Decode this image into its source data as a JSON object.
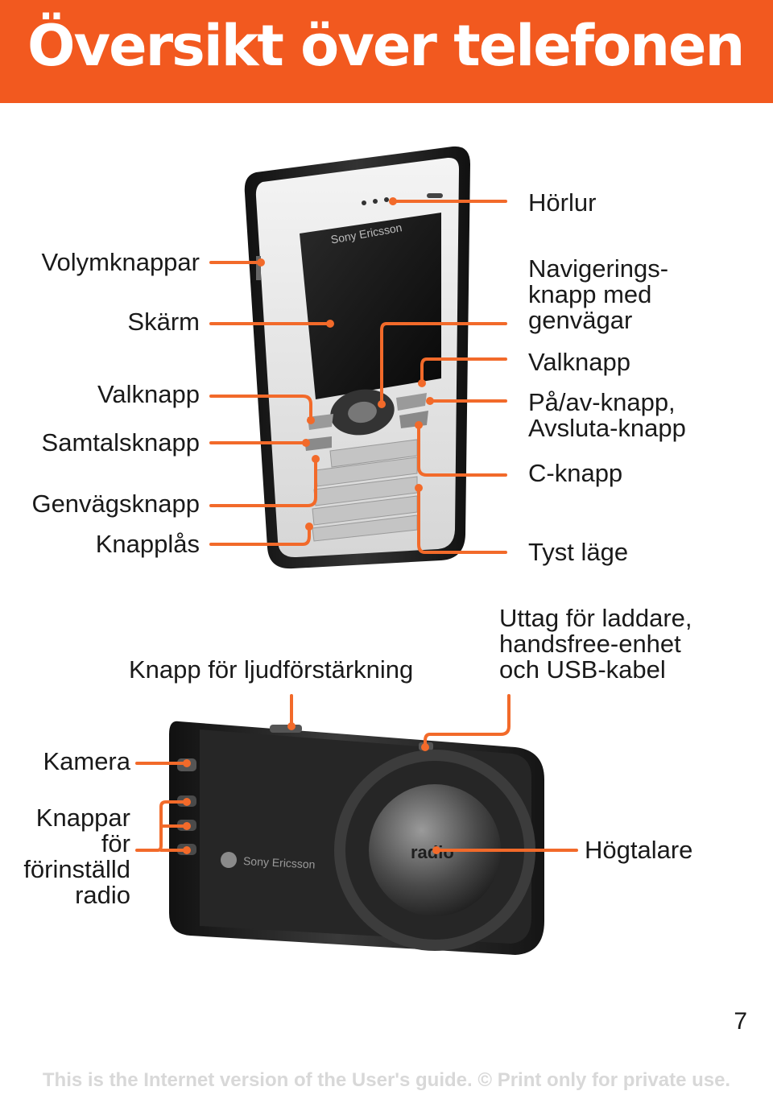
{
  "page": {
    "title": "Översikt över telefonen",
    "page_number": "7",
    "footer": "This is the Internet version of the User's guide. © Print only for private use."
  },
  "front": {
    "brand": "Sony Ericsson",
    "labels_left": {
      "volume": "Volymknappar",
      "screen": "Skärm",
      "selection": "Valknapp",
      "call": "Samtalsknapp",
      "shortcut": "Genvägsknapp",
      "keylock": "Knapplås"
    },
    "labels_right": {
      "earpiece": "Hörlur",
      "navigation": [
        "Navigerings-",
        "knapp med",
        "genvägar"
      ],
      "selection": "Valknapp",
      "onoff": [
        "På/av-knapp,",
        "Avsluta-knapp"
      ],
      "clear": "C-knapp",
      "silent": "Tyst läge"
    }
  },
  "back": {
    "brand": "Sony Ericsson",
    "speaker_text": "radio",
    "boost": "Knapp för ljudförstärkning",
    "connector": [
      "Uttag för laddare,",
      "handsfree-enhet",
      "och USB-kabel"
    ],
    "camera": "Kamera",
    "preset": [
      "Knappar",
      "för",
      "förinställd",
      "radio"
    ],
    "speaker": "Högtalare"
  },
  "colors": {
    "accent": "#f2591f",
    "callout": "#f26a2a",
    "phone_dark": "#1c1c1c"
  }
}
